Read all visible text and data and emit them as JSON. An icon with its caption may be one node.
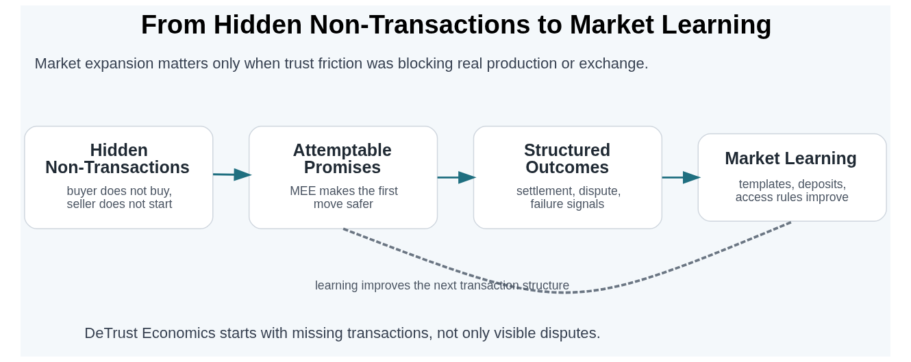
{
  "diagram": {
    "title": "From Hidden Non-Transactions to Market Learning",
    "nodes": [
      {
        "text": [
          "Hidden Non-Transactions",
          "buyer does not buy, seller does not start"
        ]
      },
      {
        "text": [
          "Attemptable Promises",
          "MEE makes the first move safer"
        ]
      },
      {
        "text": [
          "Structured Outcomes",
          "settlement, dispute, failure signals"
        ]
      },
      {
        "text": [
          "Market Learning",
          "templates, deposits, access rules improve"
        ]
      }
    ],
    "edges": [
      {
        "from": 0,
        "to": 1,
        "arrow": "to"
      },
      {
        "from": 1,
        "to": 2,
        "arrow": "to"
      },
      {
        "from": 2,
        "to": 3,
        "arrow": "to"
      },
      {
        "from": 3,
        "to": 1,
        "arrow": "none",
        "style": "dashed",
        "color": "#6b7683",
        "label": "learning improves the next transaction structure"
      }
    ],
    "labels": [
      "Market expansion matters only when trust friction was blocking real production or exchange.",
      "DeTrust Economics starts with missing transactions, not only visible disputes."
    ]
  }
}
